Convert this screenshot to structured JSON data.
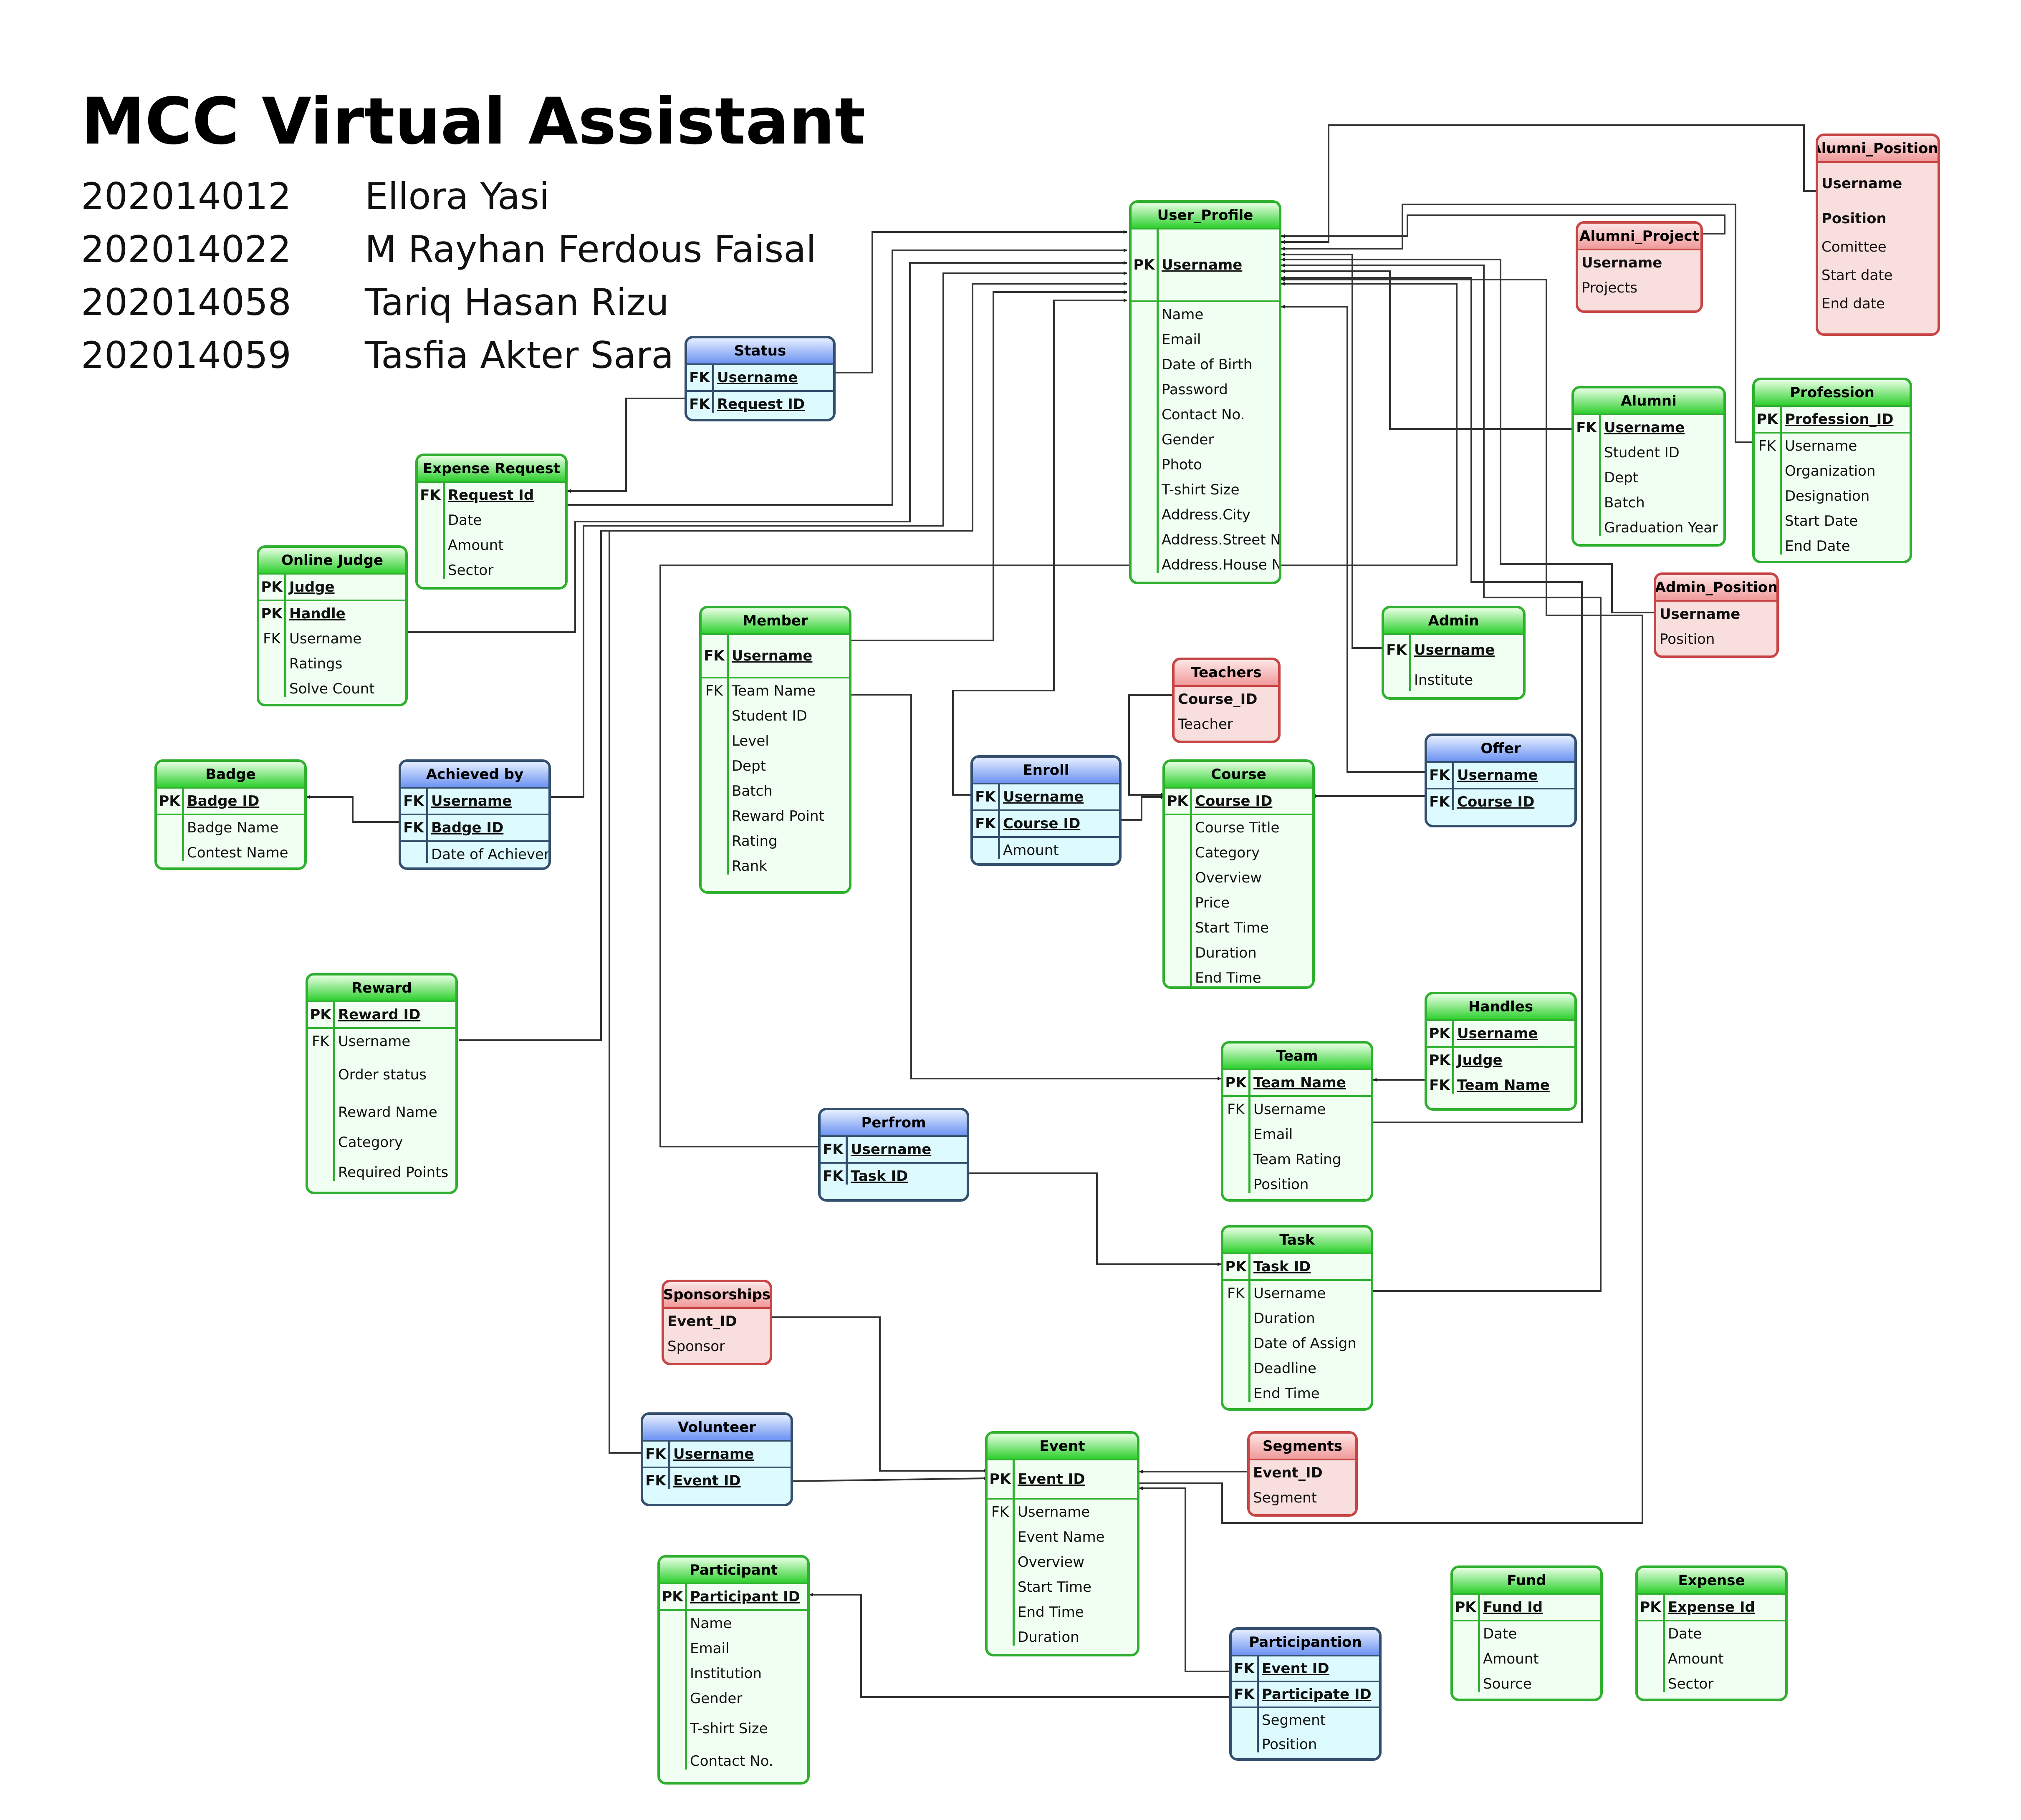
{
  "title": "MCC Virtual Assistant",
  "members": [
    {
      "id": "202014012",
      "name": "Ellora Yasi"
    },
    {
      "id": "202014022",
      "name": "M Rayhan Ferdous Faisal"
    },
    {
      "id": "202014058",
      "name": "Tariq Hasan Rizu"
    },
    {
      "id": "202014059",
      "name": "Tasfia Akter Sara"
    }
  ],
  "tables": {
    "user_profile": {
      "name": "User_Profile",
      "rows": [
        {
          "key": "PK",
          "name": "Username"
        },
        {
          "key": "",
          "name": "Name"
        },
        {
          "key": "",
          "name": "Email"
        },
        {
          "key": "",
          "name": "Date of Birth"
        },
        {
          "key": "",
          "name": "Password"
        },
        {
          "key": "",
          "name": "Contact No."
        },
        {
          "key": "",
          "name": "Gender"
        },
        {
          "key": "",
          "name": "Photo"
        },
        {
          "key": "",
          "name": "T-shirt Size"
        },
        {
          "key": "",
          "name": "Address.City"
        },
        {
          "key": "",
          "name": "Address.Street No"
        },
        {
          "key": "",
          "name": "Address.House No"
        }
      ]
    },
    "status": {
      "name": "Status",
      "rows": [
        {
          "key": "FK",
          "name": "Username"
        },
        {
          "key": "FK",
          "name": "Request ID"
        }
      ]
    },
    "expense_request": {
      "name": "Expense Request",
      "rows": [
        {
          "key": "FK",
          "name": "Request Id"
        },
        {
          "key": "",
          "name": "Date"
        },
        {
          "key": "",
          "name": "Amount"
        },
        {
          "key": "",
          "name": "Sector"
        }
      ]
    },
    "online_judge": {
      "name": "Online Judge",
      "rows": [
        {
          "key": "PK",
          "name": "Judge"
        },
        {
          "key": "PK",
          "name": "Handle"
        },
        {
          "key": "FK",
          "name": "Username"
        },
        {
          "key": "",
          "name": "Ratings"
        },
        {
          "key": "",
          "name": "Solve Count"
        }
      ]
    },
    "badge": {
      "name": "Badge",
      "rows": [
        {
          "key": "PK",
          "name": "Badge ID"
        },
        {
          "key": "",
          "name": "Badge Name"
        },
        {
          "key": "",
          "name": "Contest Name"
        }
      ]
    },
    "achieved_by": {
      "name": "Achieved by",
      "rows": [
        {
          "key": "FK",
          "name": "Username"
        },
        {
          "key": "FK",
          "name": "Badge ID"
        },
        {
          "key": "",
          "name": "Date of Achievement"
        }
      ]
    },
    "reward": {
      "name": "Reward",
      "rows": [
        {
          "key": "PK",
          "name": "Reward ID"
        },
        {
          "key": "FK",
          "name": "Username"
        },
        {
          "key": "",
          "name": "Order status"
        },
        {
          "key": "",
          "name": "Reward Name"
        },
        {
          "key": "",
          "name": "Category"
        },
        {
          "key": "",
          "name": "Required Points"
        }
      ]
    },
    "member": {
      "name": "Member",
      "rows": [
        {
          "key": "FK",
          "name": "Username"
        },
        {
          "key": "FK",
          "name": "Team Name"
        },
        {
          "key": "",
          "name": "Student ID"
        },
        {
          "key": "",
          "name": "Level"
        },
        {
          "key": "",
          "name": "Dept"
        },
        {
          "key": "",
          "name": "Batch"
        },
        {
          "key": "",
          "name": "Reward Point"
        },
        {
          "key": "",
          "name": "Rating"
        },
        {
          "key": "",
          "name": "Rank"
        }
      ]
    },
    "enroll": {
      "name": "Enroll",
      "rows": [
        {
          "key": "FK",
          "name": "Username"
        },
        {
          "key": "FK",
          "name": "Course ID"
        },
        {
          "key": "",
          "name": "Amount"
        }
      ]
    },
    "teachers": {
      "name": "Teachers",
      "rows": [
        {
          "key": "",
          "name": "Course_ID"
        },
        {
          "key": "",
          "name": "Teacher"
        }
      ]
    },
    "course": {
      "name": "Course",
      "rows": [
        {
          "key": "PK",
          "name": "Course ID"
        },
        {
          "key": "",
          "name": "Course Title"
        },
        {
          "key": "",
          "name": "Category"
        },
        {
          "key": "",
          "name": "Overview"
        },
        {
          "key": "",
          "name": "Price"
        },
        {
          "key": "",
          "name": "Start Time"
        },
        {
          "key": "",
          "name": "Duration"
        },
        {
          "key": "",
          "name": "End Time"
        }
      ]
    },
    "offer": {
      "name": "Offer",
      "rows": [
        {
          "key": "FK",
          "name": "Username"
        },
        {
          "key": "FK",
          "name": "Course ID"
        }
      ]
    },
    "admin": {
      "name": "Admin",
      "rows": [
        {
          "key": "FK",
          "name": "Username"
        },
        {
          "key": "",
          "name": "Institute"
        }
      ]
    },
    "alumni": {
      "name": "Alumni",
      "rows": [
        {
          "key": "FK",
          "name": "Username"
        },
        {
          "key": "",
          "name": "Student ID"
        },
        {
          "key": "",
          "name": "Dept"
        },
        {
          "key": "",
          "name": "Batch"
        },
        {
          "key": "",
          "name": "Graduation Year"
        }
      ]
    },
    "profession": {
      "name": "Profession",
      "rows": [
        {
          "key": "PK",
          "name": "Profession_ID"
        },
        {
          "key": "FK",
          "name": "Username"
        },
        {
          "key": "",
          "name": "Organization"
        },
        {
          "key": "",
          "name": "Designation"
        },
        {
          "key": "",
          "name": "Start Date"
        },
        {
          "key": "",
          "name": "End Date"
        }
      ]
    },
    "alumni_project": {
      "name": "Alumni_Project",
      "rows": [
        {
          "key": "",
          "name": "Username"
        },
        {
          "key": "",
          "name": "Projects"
        }
      ]
    },
    "alumni_position": {
      "name": "Alumni_Position_",
      "rows": [
        {
          "key": "",
          "name": "Username"
        },
        {
          "key": "",
          "name": "Position"
        },
        {
          "key": "",
          "name": "Comittee"
        },
        {
          "key": "",
          "name": "Start date"
        },
        {
          "key": "",
          "name": "End date"
        }
      ]
    },
    "admin_position": {
      "name": "Admin_Position",
      "rows": [
        {
          "key": "",
          "name": "Username"
        },
        {
          "key": "",
          "name": "Position"
        }
      ]
    },
    "handles": {
      "name": "Handles",
      "rows": [
        {
          "key": "PK",
          "name": "Username"
        },
        {
          "key": "PK",
          "name": "Judge"
        },
        {
          "key": "FK",
          "name": "Team Name"
        }
      ]
    },
    "team": {
      "name": "Team",
      "rows": [
        {
          "key": "PK",
          "name": "Team Name"
        },
        {
          "key": "FK",
          "name": "Username"
        },
        {
          "key": "",
          "name": "Email"
        },
        {
          "key": "",
          "name": "Team Rating"
        },
        {
          "key": "",
          "name": "Position"
        }
      ]
    },
    "perfrom": {
      "name": "Perfrom",
      "rows": [
        {
          "key": "FK",
          "name": "Username"
        },
        {
          "key": "FK",
          "name": "Task ID"
        }
      ]
    },
    "task": {
      "name": "Task",
      "rows": [
        {
          "key": "PK",
          "name": "Task ID"
        },
        {
          "key": "FK",
          "name": "Username"
        },
        {
          "key": "",
          "name": "Duration"
        },
        {
          "key": "",
          "name": "Date of Assign"
        },
        {
          "key": "",
          "name": "Deadline"
        },
        {
          "key": "",
          "name": "End Time"
        }
      ]
    },
    "sponsorships": {
      "name": "Sponsorships",
      "rows": [
        {
          "key": "",
          "name": "Event_ID"
        },
        {
          "key": "",
          "name": "Sponsor"
        }
      ]
    },
    "volunteer": {
      "name": "Volunteer",
      "rows": [
        {
          "key": "FK",
          "name": "Username"
        },
        {
          "key": "FK",
          "name": "Event ID"
        }
      ]
    },
    "event": {
      "name": "Event",
      "rows": [
        {
          "key": "PK",
          "name": "Event ID"
        },
        {
          "key": "FK",
          "name": "Username"
        },
        {
          "key": "",
          "name": "Event Name"
        },
        {
          "key": "",
          "name": "Overview"
        },
        {
          "key": "",
          "name": "Start Time"
        },
        {
          "key": "",
          "name": "End Time"
        },
        {
          "key": "",
          "name": "Duration"
        }
      ]
    },
    "segments": {
      "name": "Segments",
      "rows": [
        {
          "key": "",
          "name": "Event_ID"
        },
        {
          "key": "",
          "name": "Segment"
        }
      ]
    },
    "participant": {
      "name": "Participant",
      "rows": [
        {
          "key": "PK",
          "name": "Participant ID"
        },
        {
          "key": "",
          "name": "Name"
        },
        {
          "key": "",
          "name": "Email"
        },
        {
          "key": "",
          "name": "Institution"
        },
        {
          "key": "",
          "name": "Gender"
        },
        {
          "key": "",
          "name": "T-shirt Size"
        },
        {
          "key": "",
          "name": "Contact No."
        }
      ]
    },
    "participantion": {
      "name": "Participantion",
      "rows": [
        {
          "key": "FK",
          "name": "Event ID"
        },
        {
          "key": "FK",
          "name": "Participate ID"
        },
        {
          "key": "",
          "name": "Segment"
        },
        {
          "key": "",
          "name": "Position"
        }
      ]
    },
    "fund": {
      "name": "Fund",
      "rows": [
        {
          "key": "PK",
          "name": "Fund Id"
        },
        {
          "key": "",
          "name": "Date"
        },
        {
          "key": "",
          "name": "Amount"
        },
        {
          "key": "",
          "name": "Source"
        }
      ]
    },
    "expense": {
      "name": "Expense",
      "rows": [
        {
          "key": "PK",
          "name": "Expense Id"
        },
        {
          "key": "",
          "name": "Date"
        },
        {
          "key": "",
          "name": "Amount"
        },
        {
          "key": "",
          "name": "Sector"
        }
      ]
    }
  }
}
